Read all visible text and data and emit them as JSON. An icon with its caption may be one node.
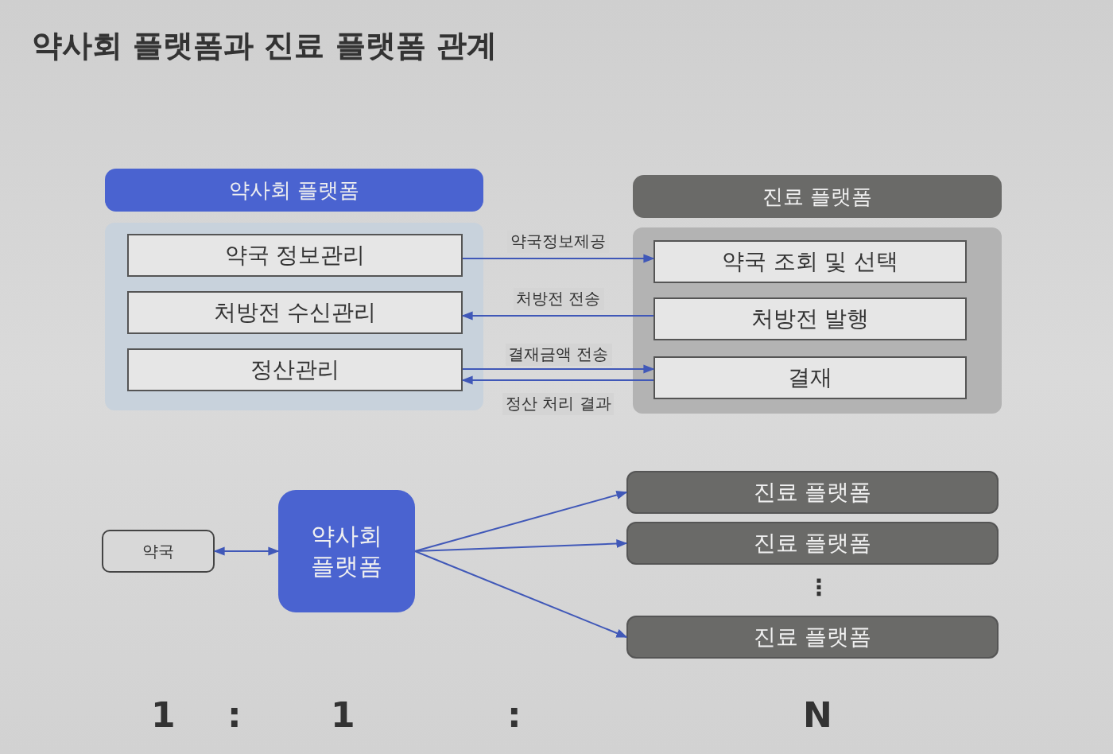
{
  "diagram": {
    "title": "약사회 플랫폼과 진료 플랫폼 관계",
    "nodes": [
      {
        "text": [
          "약사회 플랫폼"
        ]
      },
      {
        "text": [
          "약국 정보관리"
        ],
        "in": 0
      },
      {
        "text": [
          "처방전 수신관리"
        ],
        "in": 0
      },
      {
        "text": [
          "정산관리"
        ],
        "in": 0
      },
      {
        "text": [
          "진료 플랫폼"
        ]
      },
      {
        "text": [
          "약국 조회 및 선택"
        ],
        "in": 4
      },
      {
        "text": [
          "처방전 발행"
        ],
        "in": 4
      },
      {
        "text": [
          "결재"
        ],
        "in": 4
      },
      {
        "text": [
          "약국"
        ]
      },
      {
        "text": [
          "약사회 플랫폼"
        ]
      },
      {
        "text": [
          "진료 플랫폼"
        ]
      },
      {
        "text": [
          "진료 플랫폼"
        ]
      },
      {
        "text": [
          "진료 플랫폼"
        ]
      }
    ],
    "edges": [
      {
        "from": 1,
        "to": 5,
        "arrow": "to",
        "label": "약국정보제공"
      },
      {
        "from": 6,
        "to": 2,
        "arrow": "to",
        "label": "처방전 전송"
      },
      {
        "from": 3,
        "to": 7,
        "arrow": "to",
        "label": "결재금액 전송"
      },
      {
        "from": 7,
        "to": 3,
        "arrow": "to",
        "label": "정산 처리 결과"
      },
      {
        "from": 8,
        "to": 9,
        "arrow": "both"
      },
      {
        "from": 9,
        "to": 10,
        "arrow": "to"
      },
      {
        "from": 9,
        "to": 11,
        "arrow": "to"
      },
      {
        "from": 9,
        "to": 12,
        "arrow": "to"
      }
    ],
    "labels": [
      "⋮",
      "1",
      ":",
      "1",
      ":",
      "N"
    ]
  }
}
